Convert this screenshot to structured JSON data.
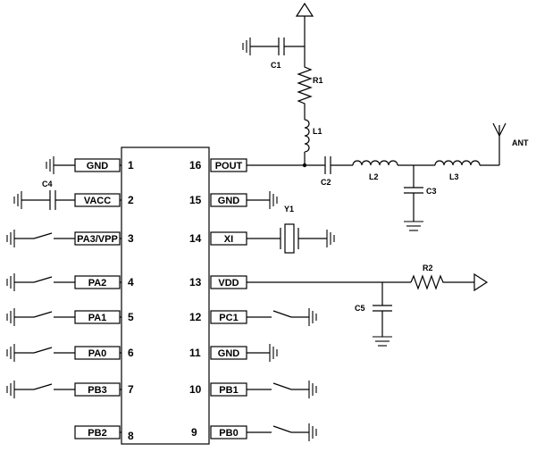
{
  "ic": {
    "left_pins": [
      {
        "num": "1",
        "label": "GND"
      },
      {
        "num": "2",
        "label": "VACC"
      },
      {
        "num": "3",
        "label": "PA3/VPP"
      },
      {
        "num": "4",
        "label": "PA2"
      },
      {
        "num": "5",
        "label": "PA1"
      },
      {
        "num": "6",
        "label": "PA0"
      },
      {
        "num": "7",
        "label": "PB3"
      },
      {
        "num": "8",
        "label": "PB2"
      }
    ],
    "right_pins": [
      {
        "num": "16",
        "label": "POUT"
      },
      {
        "num": "15",
        "label": "GND"
      },
      {
        "num": "14",
        "label": "XI"
      },
      {
        "num": "13",
        "label": "VDD"
      },
      {
        "num": "12",
        "label": "PC1"
      },
      {
        "num": "11",
        "label": "GND"
      },
      {
        "num": "10",
        "label": "PB1"
      },
      {
        "num": "9",
        "label": "PB0"
      }
    ]
  },
  "components": {
    "c1": "C1",
    "c2": "C2",
    "c3": "C3",
    "c4": "C4",
    "c5": "C5",
    "r1": "R1",
    "r2": "R2",
    "l1": "L1",
    "l2": "L2",
    "l3": "L3",
    "y1": "Y1",
    "ant": "ANT"
  }
}
